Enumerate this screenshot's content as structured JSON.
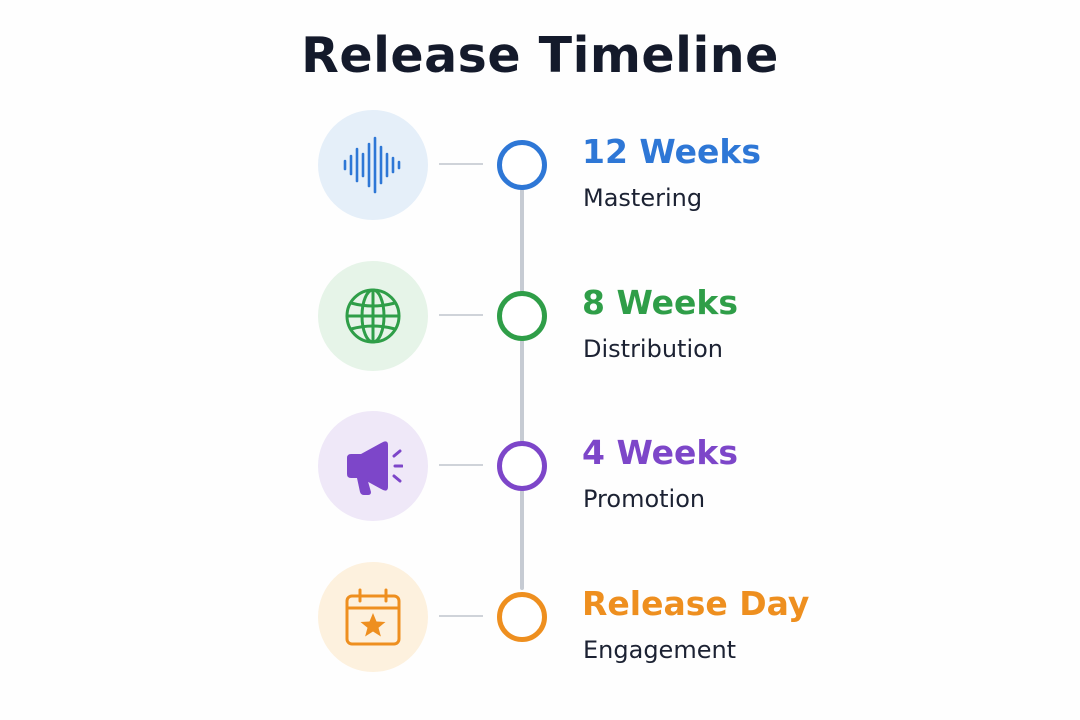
{
  "title": "Release Timeline",
  "stages": [
    {
      "duration": "12 Weeks",
      "label": "Mastering",
      "icon": "sound-wave-icon",
      "accent": "#2e77d6",
      "tint": "#e5eff9"
    },
    {
      "duration": "8 Weeks",
      "label": "Distribution",
      "icon": "globe-icon",
      "accent": "#2f9e48",
      "tint": "#e6f4e8"
    },
    {
      "duration": "4 Weeks",
      "label": "Promotion",
      "icon": "megaphone-icon",
      "accent": "#7d46c9",
      "tint": "#efe8f8"
    },
    {
      "duration": "Release Day",
      "label": "Engagement",
      "icon": "calendar-star-icon",
      "accent": "#ee8f1f",
      "tint": "#fdf1de"
    }
  ],
  "colors": {
    "title": "#141a2b",
    "spine": "#c6cbd3",
    "connector": "#cfd3d9",
    "label": "#1c2233"
  }
}
